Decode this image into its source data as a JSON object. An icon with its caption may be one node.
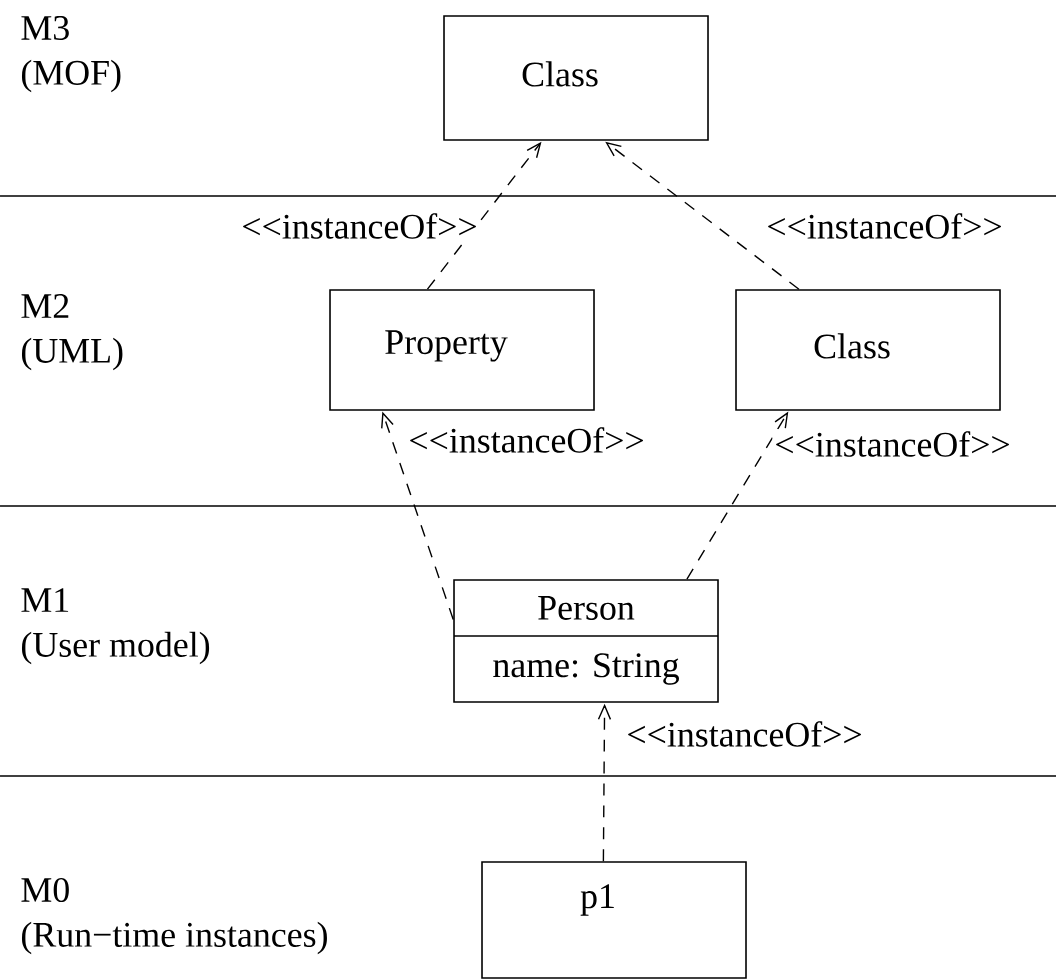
{
  "diagram": {
    "nodes": [
      {
        "text": [
          "Class"
        ]
      },
      {
        "text": [
          "Property"
        ]
      },
      {
        "text": [
          "Class"
        ]
      },
      {
        "text": [
          "Person",
          "name: String"
        ]
      },
      {
        "text": [
          "p1"
        ]
      }
    ],
    "edges": [
      {
        "from": 1,
        "to": 0,
        "arrow": "to",
        "style": "dashed",
        "label": "<<instanceOf>>"
      },
      {
        "from": 2,
        "to": 0,
        "arrow": "to",
        "style": "dashed",
        "label": "<<instanceOf>>"
      },
      {
        "from": 3,
        "to": 1,
        "arrow": "to",
        "style": "dashed",
        "label": "<<instanceOf>>"
      },
      {
        "from": 3,
        "to": 2,
        "arrow": "to",
        "style": "dashed",
        "label": "<<instanceOf>>"
      },
      {
        "from": 4,
        "to": 3,
        "arrow": "to",
        "style": "dashed",
        "label": "<<instanceOf>>"
      }
    ],
    "labels": [
      "M3",
      "(MOF)",
      "M2",
      "(UML)",
      "M1",
      "(User model)",
      "M0",
      "(Run−time instances)"
    ]
  }
}
